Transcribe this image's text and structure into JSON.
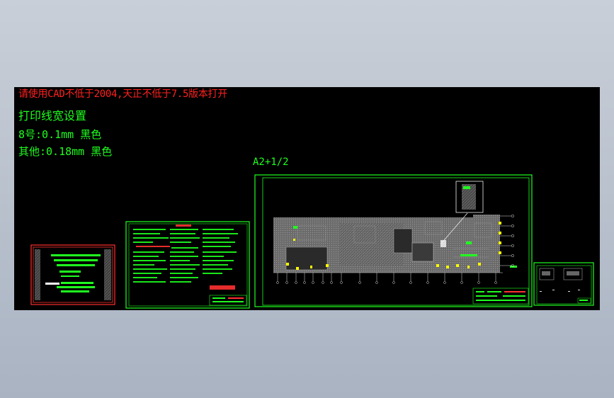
{
  "notes": {
    "cad_version": "请使用CAD不低于2004,天正不低于7.5版本打开",
    "print_title": "打印线宽设置",
    "line_8": "8号:0.1mm   黑色",
    "line_other": "其他:0.18mm   黑色"
  },
  "sheet_label": "A2+1/2",
  "colors": {
    "background": "#000000",
    "frame_green": "#1fff1f",
    "cover_red": "#ff3030",
    "note_red": "#ff2020",
    "viewport": "#a9b3c2"
  }
}
